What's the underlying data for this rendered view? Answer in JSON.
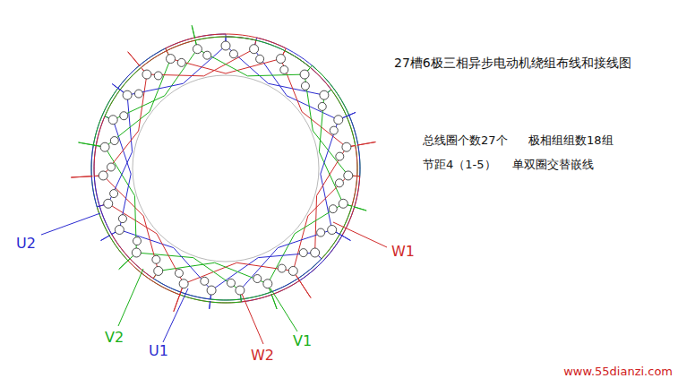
{
  "diagram": {
    "title": "27槽6极三相异步电动机绕组布线和接线图",
    "labels": [
      "总线圈个数27个",
      "极相组组数18组",
      "节距4（1-5）",
      "单双圈交替嵌线",
      "U2",
      "V2",
      "U1",
      "W2",
      "V1",
      "W1",
      "www.55dianzi.com"
    ]
  }
}
